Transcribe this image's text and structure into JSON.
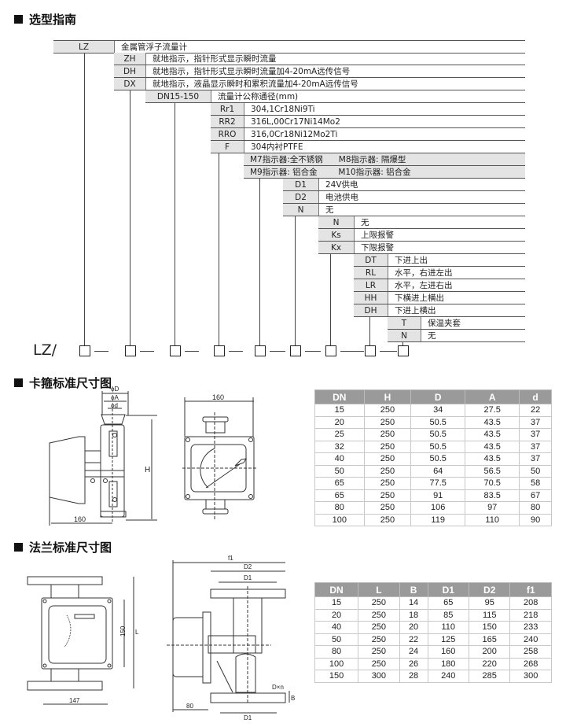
{
  "sections": {
    "selection": "选型指南",
    "clamp": "卡箍标准尺寸图",
    "flange": "法兰标准尺寸图"
  },
  "guide": {
    "rows": [
      {
        "code": "LZ",
        "desc": "金属管浮子流量计"
      },
      {
        "code": "ZH",
        "desc": "就地指示，指针形式显示瞬时流量"
      },
      {
        "code": "DH",
        "desc": "就地指示，指针形式显示瞬时流量加4-20mA远传信号"
      },
      {
        "code": "DX",
        "desc": "就地指示，液晶显示瞬时和累积流量加4-20mA远传信号"
      },
      {
        "code": "DN15-150",
        "desc": "流量计公称通径(mm)"
      },
      {
        "code": "Rr1",
        "desc": "304,1Cr18Ni9Ti"
      },
      {
        "code": "RR2",
        "desc": "316L,00Cr17Ni14Mo2"
      },
      {
        "code": "RRO",
        "desc": "316,0Cr18Ni12Mo2Ti"
      },
      {
        "code": "F",
        "desc": "304内衬PTFE"
      },
      {
        "code": "",
        "desc": "M7指示器:全不锈钢      M8指示器: 隔爆型"
      },
      {
        "code": "",
        "desc": "M9指示器: 铝合金        M10指示器: 铝合金"
      },
      {
        "code": "D1",
        "desc": "24V供电"
      },
      {
        "code": "D2",
        "desc": "电池供电"
      },
      {
        "code": "N",
        "desc": "无"
      },
      {
        "code": "N",
        "desc": "无"
      },
      {
        "code": "Ks",
        "desc": "上限报警"
      },
      {
        "code": "Kx",
        "desc": "下限报警"
      },
      {
        "code": "DT",
        "desc": "下进上出"
      },
      {
        "code": "RL",
        "desc": "水平，右进左出"
      },
      {
        "code": "LR",
        "desc": "水平，左进右出"
      },
      {
        "code": "HH",
        "desc": "下横进上横出"
      },
      {
        "code": "DH",
        "desc": "下进上横出"
      },
      {
        "code": "T",
        "desc": "保温夹套"
      },
      {
        "code": "N",
        "desc": "无"
      }
    ],
    "model_prefix": "LZ/"
  },
  "clamp_drawing": {
    "phiD": "ϕD",
    "phiA": "ϕA",
    "phid": "ϕd",
    "H": "H",
    "width_side": "160",
    "width_front": "160"
  },
  "flange_drawing": {
    "f1": "f1",
    "D2": "D2",
    "D1_top": "D1",
    "D1_bottom": "D1",
    "Dxn": "D×n",
    "B": "B",
    "h150": "150",
    "L": "L",
    "w147": "147",
    "w80": "80"
  },
  "clamp_table": {
    "headers": [
      "DN",
      "H",
      "D",
      "A",
      "d"
    ],
    "rows": [
      [
        "15",
        "250",
        "34",
        "27.5",
        "22"
      ],
      [
        "20",
        "250",
        "50.5",
        "43.5",
        "37"
      ],
      [
        "25",
        "250",
        "50.5",
        "43.5",
        "37"
      ],
      [
        "32",
        "250",
        "50.5",
        "43.5",
        "37"
      ],
      [
        "40",
        "250",
        "50.5",
        "43.5",
        "37"
      ],
      [
        "50",
        "250",
        "64",
        "56.5",
        "50"
      ],
      [
        "65",
        "250",
        "77.5",
        "70.5",
        "58"
      ],
      [
        "65",
        "250",
        "91",
        "83.5",
        "67"
      ],
      [
        "80",
        "250",
        "106",
        "97",
        "80"
      ],
      [
        "100",
        "250",
        "119",
        "110",
        "90"
      ]
    ]
  },
  "flange_table": {
    "headers": [
      "DN",
      "L",
      "B",
      "D1",
      "D2",
      "f1"
    ],
    "rows": [
      [
        "15",
        "250",
        "14",
        "65",
        "95",
        "208"
      ],
      [
        "20",
        "250",
        "18",
        "85",
        "115",
        "218"
      ],
      [
        "40",
        "250",
        "20",
        "110",
        "150",
        "233"
      ],
      [
        "50",
        "250",
        "22",
        "125",
        "165",
        "240"
      ],
      [
        "80",
        "250",
        "24",
        "160",
        "200",
        "258"
      ],
      [
        "100",
        "250",
        "26",
        "180",
        "220",
        "268"
      ],
      [
        "150",
        "300",
        "28",
        "240",
        "285",
        "300"
      ]
    ]
  }
}
